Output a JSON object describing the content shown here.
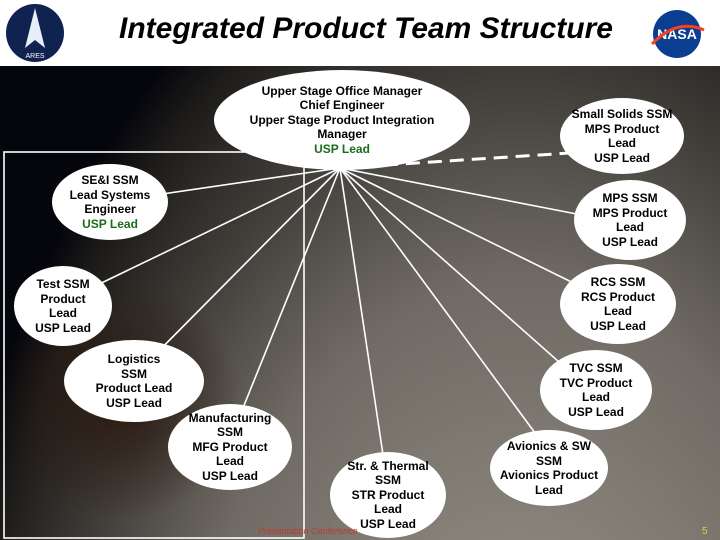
{
  "title": "Integrated Product Team Structure",
  "logos": {
    "left": "ARES",
    "right": "NASA"
  },
  "nodes": {
    "center": [
      "Upper Stage Office Manager",
      "Chief Engineer",
      "Upper Stage Product Integration",
      "Manager",
      "USP Lead"
    ],
    "small_solids": [
      "Small Solids SSM",
      "MPS Product",
      "Lead",
      "USP Lead"
    ],
    "sei": [
      "SE&I SSM",
      "Lead Systems",
      "Engineer",
      "USP Lead"
    ],
    "mps": [
      "MPS SSM",
      "MPS Product",
      "Lead",
      "USP Lead"
    ],
    "test": [
      "Test SSM",
      "Product",
      "Lead",
      "USP Lead"
    ],
    "rcs": [
      "RCS SSM",
      "RCS Product",
      "Lead",
      "USP Lead"
    ],
    "logistics": [
      "Logistics",
      "SSM",
      "Product Lead",
      "USP Lead"
    ],
    "tvc": [
      "TVC SSM",
      "TVC Product",
      "Lead",
      "USP Lead"
    ],
    "manufacturing": [
      "Manufacturing",
      "SSM",
      "MFG Product",
      "Lead",
      "USP Lead"
    ],
    "str": [
      "Str. & Thermal",
      "SSM",
      "STR Product",
      "Lead",
      "USP Lead"
    ],
    "avionics": [
      "Avionics & SW",
      "SSM",
      "Avionics Product",
      "Lead"
    ]
  },
  "colors": {
    "usp_lead": "#1a6b1a",
    "node_fill": "#ffffff",
    "line": "#ffffff"
  },
  "footer": {
    "left": "Presentation Conference",
    "page": "5"
  }
}
